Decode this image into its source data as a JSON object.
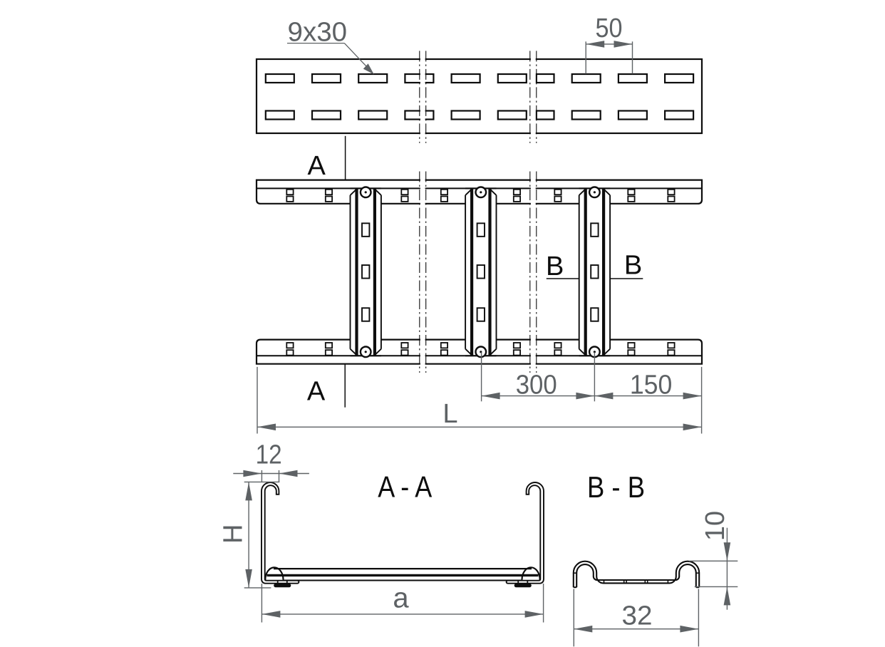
{
  "drawing_type": "cable-ladder-technical-drawing",
  "colors": {
    "ink": "#0d0d0d",
    "dim": "#5e6265",
    "background": "#ffffff"
  },
  "top_view": {
    "hole_label": "9x30",
    "hole_pitch": "50"
  },
  "plan": {
    "section_a": "A",
    "section_b": "B",
    "rung_spacing": "300",
    "end_spacing": "150",
    "total_length": "L"
  },
  "section_aa": {
    "title": "A - A",
    "lip_width": "12",
    "height": "H",
    "width": "a"
  },
  "section_bb": {
    "title": "B - B",
    "height": "10",
    "width": "32"
  }
}
